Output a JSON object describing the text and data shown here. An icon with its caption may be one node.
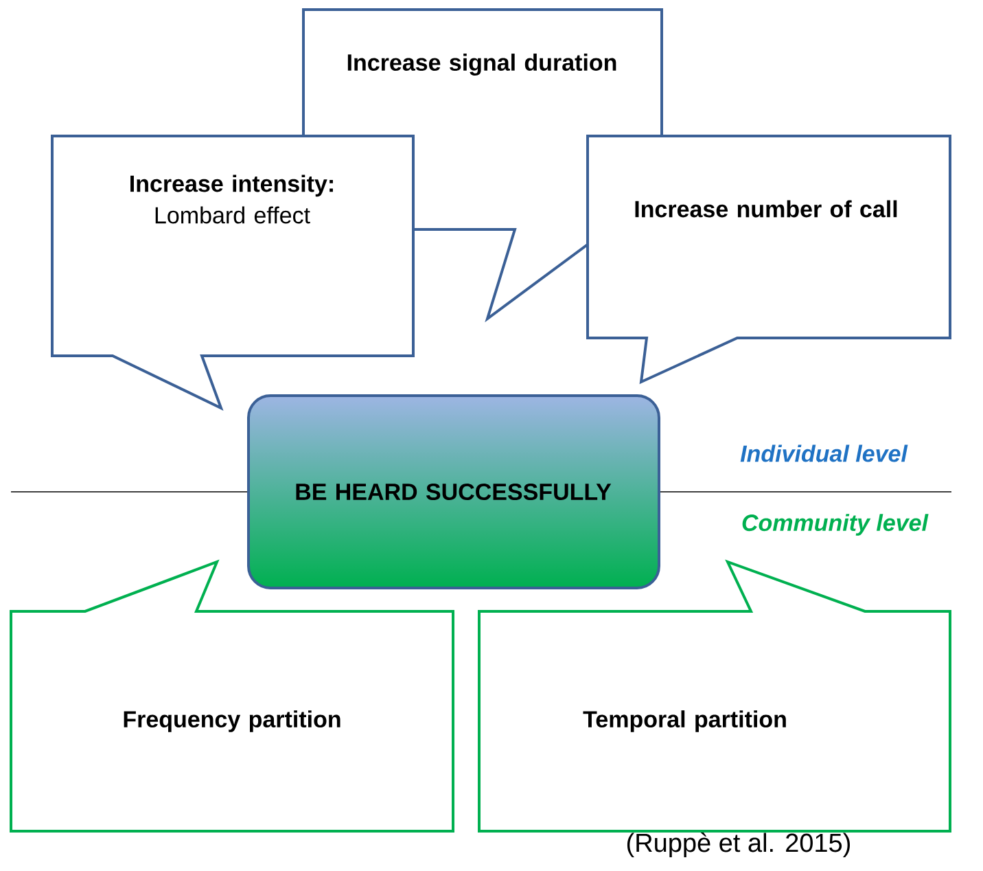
{
  "diagram": {
    "nodes": [
      {
        "text": [
          "Increase signal duration"
        ]
      },
      {
        "text": [
          "Increase intensity:",
          "Lombard effect"
        ]
      },
      {
        "text": [
          "Increase number of call"
        ]
      },
      {
        "text": [
          "BE HEARD SUCCESSFULLY"
        ]
      },
      {
        "text": [
          "Frequency partition"
        ]
      },
      {
        "text": [
          "Temporal partition"
        ]
      }
    ],
    "labels": [
      "Individual level",
      "Community level",
      "(Ruppè et al. 2015)"
    ]
  }
}
